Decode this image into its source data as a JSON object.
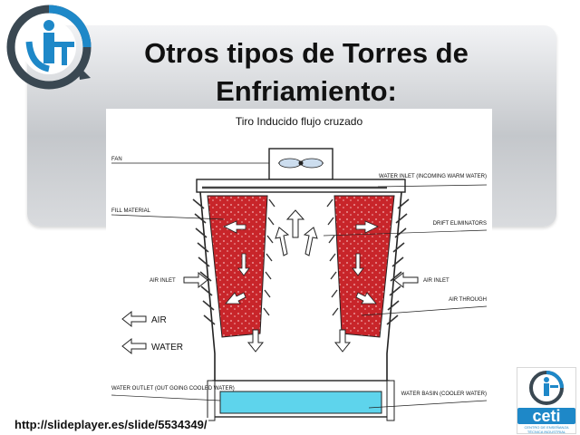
{
  "slide": {
    "title": "Otros tipos de Torres de Enfriamiento:",
    "source_url": "http://slideplayer.es/slide/5534349/"
  },
  "diagram": {
    "title": "Tiro Inducido flujo cruzado",
    "labels": {
      "fan": "FAN",
      "fill_material": "FILL MATERIAL",
      "air_inlet_left": "AIR INLET",
      "air_inlet_right": "AIR INLET",
      "air_legend": "AIR",
      "water_legend": "WATER",
      "water_outlet": "WATER OUTLET (OUT GOING COOLED WATER)",
      "water_inlet": "WATER INLET (INCOMING WARM WATER)",
      "drift_eliminators": "DRIFT ELIMINATORS",
      "air_through": "AIR THROUGH",
      "water_basin": "WATER BASIN (COOLER WATER)"
    }
  },
  "logo": {
    "ceti_text": "ceti",
    "ceti_subtext": "CENTRO DE ENSEÑANZA TÉCNICA INDUSTRIAL"
  },
  "colors": {
    "fill_red": "#c8252a",
    "basin_cyan": "#5ed4ec",
    "logo_blue": "#1e88c8",
    "logo_dark": "#3a4852"
  }
}
